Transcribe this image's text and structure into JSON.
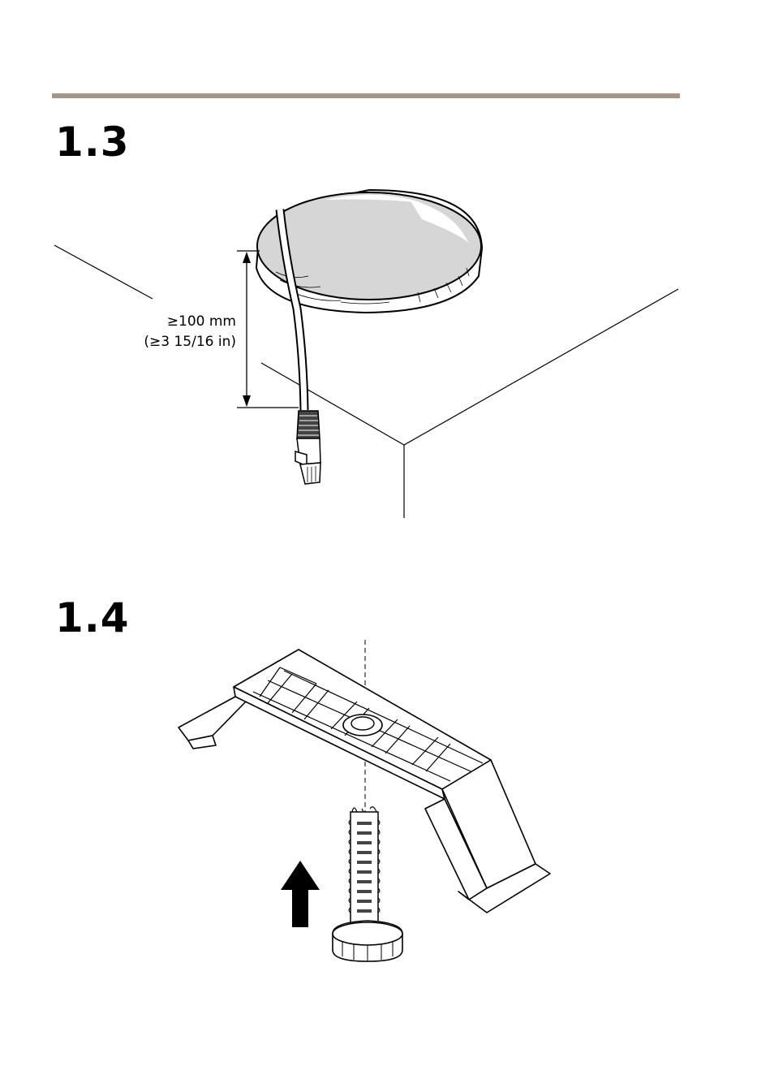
{
  "steps": {
    "first": "1.3",
    "second": "1.4"
  },
  "dimension": {
    "metric": "≥100 mm",
    "imperial": "(≥3 15/16 in)"
  },
  "colors": {
    "rule": "#a89484",
    "hole_fill": "#d6d6d6",
    "arrow": "#000000"
  },
  "icons": {
    "up_arrow": "up-arrow-icon",
    "cable_connector": "rj45-connector-icon"
  }
}
